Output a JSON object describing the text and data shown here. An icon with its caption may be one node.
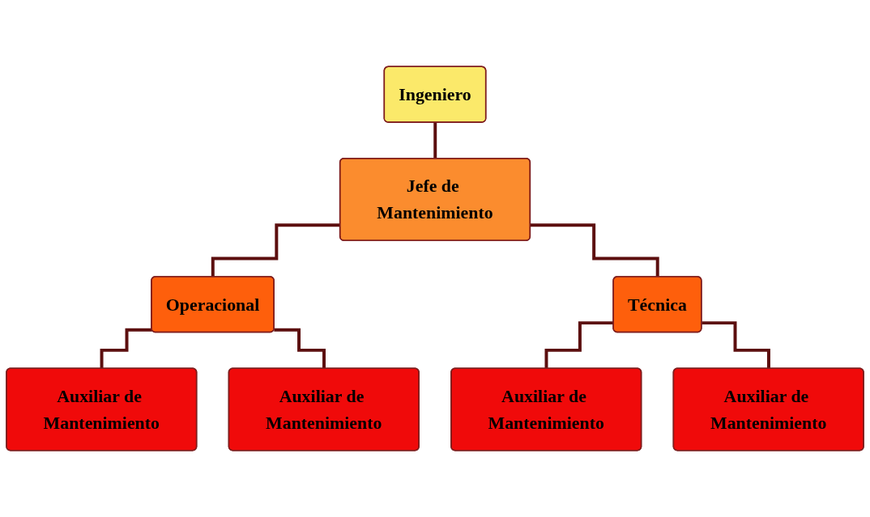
{
  "diagram": {
    "nodes": [
      {
        "text": [
          "Ingeniero"
        ]
      },
      {
        "text": [
          "Jefe de Mantenimiento"
        ]
      },
      {
        "text": [
          "Operacional"
        ]
      },
      {
        "text": [
          "Técnica"
        ]
      },
      {
        "text": [
          "Auxiliar de Mantenimiento"
        ]
      },
      {
        "text": [
          "Auxiliar de Mantenimiento"
        ]
      },
      {
        "text": [
          "Auxiliar de Mantenimiento"
        ]
      },
      {
        "text": [
          "Auxiliar de Mantenimiento"
        ]
      }
    ],
    "edges": [
      {
        "from": 0,
        "to": 1,
        "arrow": "none"
      },
      {
        "from": 1,
        "to": 2,
        "arrow": "none"
      },
      {
        "from": 1,
        "to": 3,
        "arrow": "none"
      },
      {
        "from": 2,
        "to": 4,
        "arrow": "none"
      },
      {
        "from": 2,
        "to": 5,
        "arrow": "none"
      },
      {
        "from": 3,
        "to": 6,
        "arrow": "none"
      },
      {
        "from": 3,
        "to": 7,
        "arrow": "none"
      }
    ]
  }
}
